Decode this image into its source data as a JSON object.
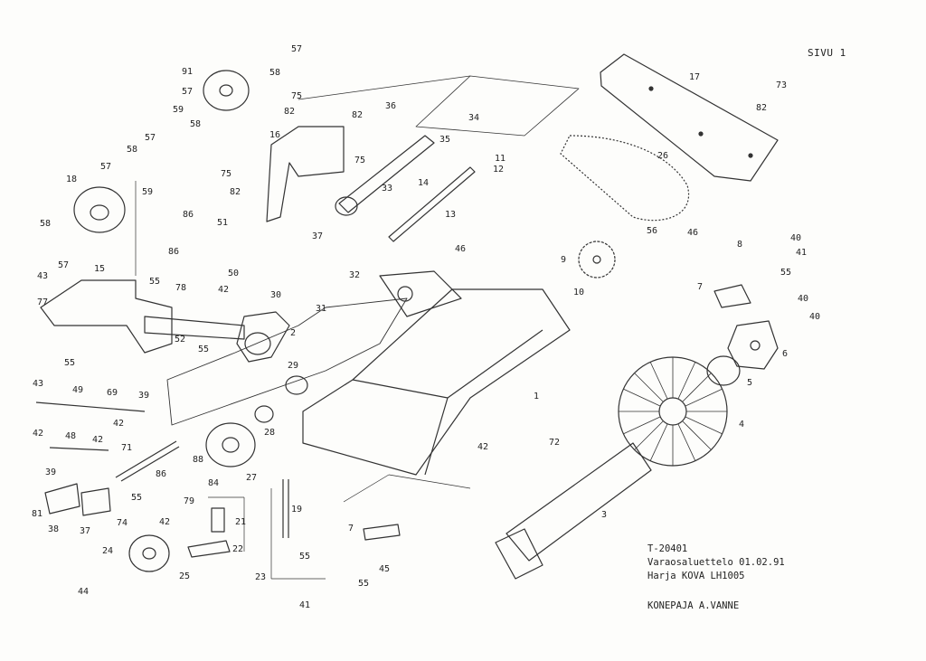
{
  "page_label": "SIVU 1",
  "title_block": {
    "drawing_number": "T-20401",
    "parts_list_date": "Varaosaluettelo 01.02.91",
    "brush_model": "Harja KOVA LH1005",
    "company": "KONEPAJA A.VANNE"
  },
  "part_labels": [
    "57",
    "58",
    "91",
    "57",
    "59",
    "58",
    "57",
    "58",
    "57",
    "59",
    "18",
    "58",
    "57",
    "75",
    "82",
    "16",
    "75",
    "82",
    "82",
    "36",
    "34",
    "35",
    "75",
    "33",
    "11",
    "12",
    "26",
    "17",
    "73",
    "82",
    "14",
    "13",
    "86",
    "51",
    "86",
    "50",
    "37",
    "32",
    "46",
    "56",
    "9",
    "10",
    "46",
    "8",
    "40",
    "41",
    "55",
    "7",
    "40",
    "40",
    "6",
    "5",
    "4",
    "3",
    "15",
    "55",
    "78",
    "43",
    "77",
    "52",
    "42",
    "30",
    "2",
    "31",
    "55",
    "1",
    "43",
    "55",
    "69",
    "49",
    "39",
    "42",
    "29",
    "28",
    "42",
    "72",
    "42",
    "48",
    "42",
    "71",
    "88",
    "86",
    "27",
    "84",
    "39",
    "55",
    "81",
    "38",
    "37",
    "74",
    "42",
    "79",
    "19",
    "21",
    "22",
    "23",
    "24",
    "25",
    "44",
    "7",
    "55",
    "45",
    "55",
    "41"
  ]
}
